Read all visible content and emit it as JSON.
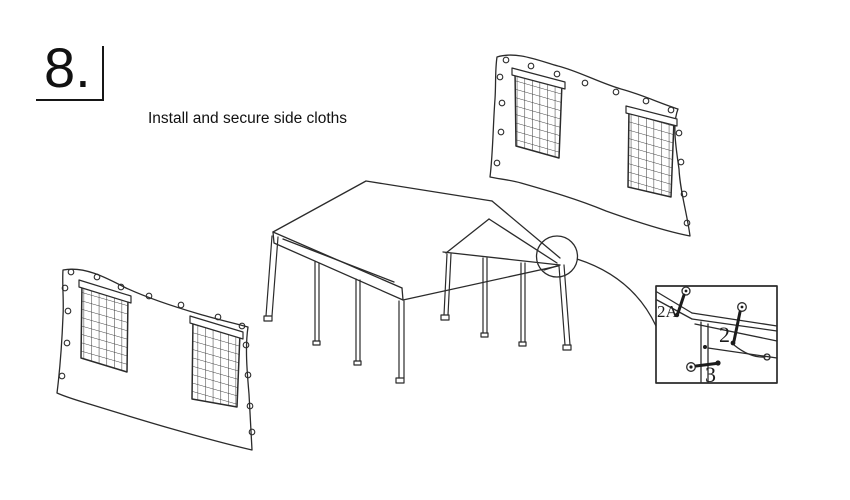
{
  "page": {
    "bg_color": "#ffffff",
    "line_color": "#2b2b2b",
    "mesh_color": "#3c3c3c"
  },
  "step": {
    "number": "8.",
    "title": "Install and secure side cloths"
  },
  "detail": {
    "labels": {
      "p2a": "2A",
      "p2": "2",
      "p3": "3"
    }
  }
}
